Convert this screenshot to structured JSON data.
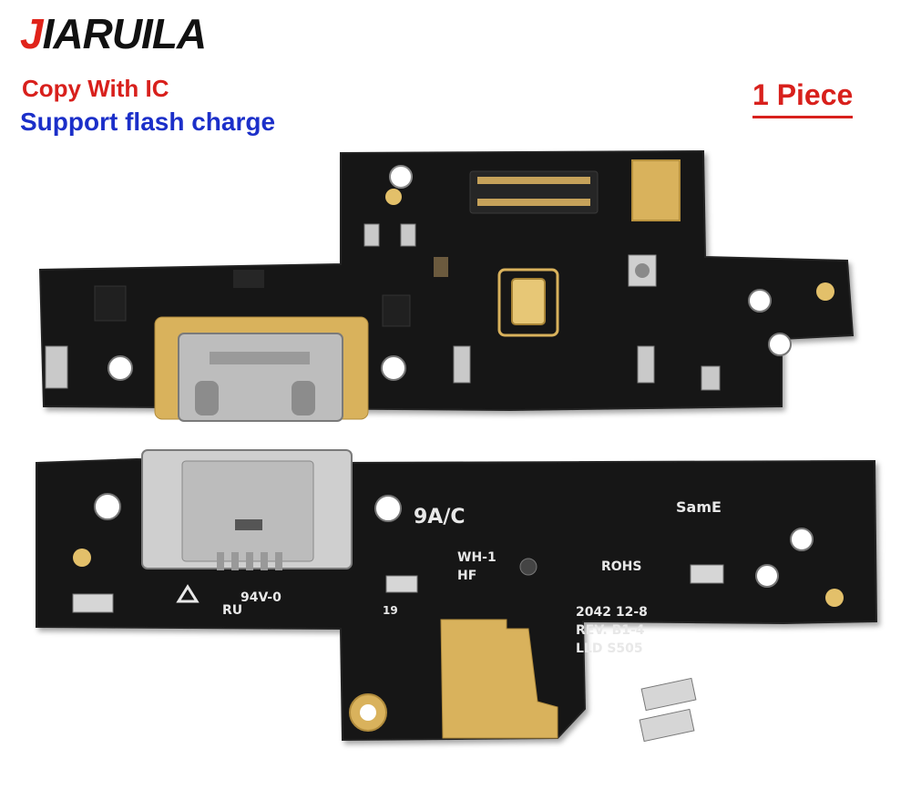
{
  "header": {
    "brand_first_letter": "J",
    "brand_rest": "IARUILA",
    "line1": "Copy With IC",
    "line2": "Support flash charge",
    "quantity": "1 Piece"
  },
  "board_bottom_silkscreen": {
    "label_9ac": "9A/C",
    "label_same": "SamE",
    "label_rohs": "ROHS",
    "label_wh": "WH-1",
    "label_hf": "HF",
    "label_94v": "94V-0",
    "label_ru": "RU",
    "label_19": "19",
    "label_date": "2042 12-8",
    "label_rev": "REV. B1-4",
    "label_lld": "LLD S505"
  },
  "colors": {
    "brand_red": "#e0231a",
    "text_red": "#d8201c",
    "text_blue": "#1b2fc9",
    "pcb_black": "#141414",
    "gold": "#d9b25c",
    "silver": "#c8c8c8"
  }
}
